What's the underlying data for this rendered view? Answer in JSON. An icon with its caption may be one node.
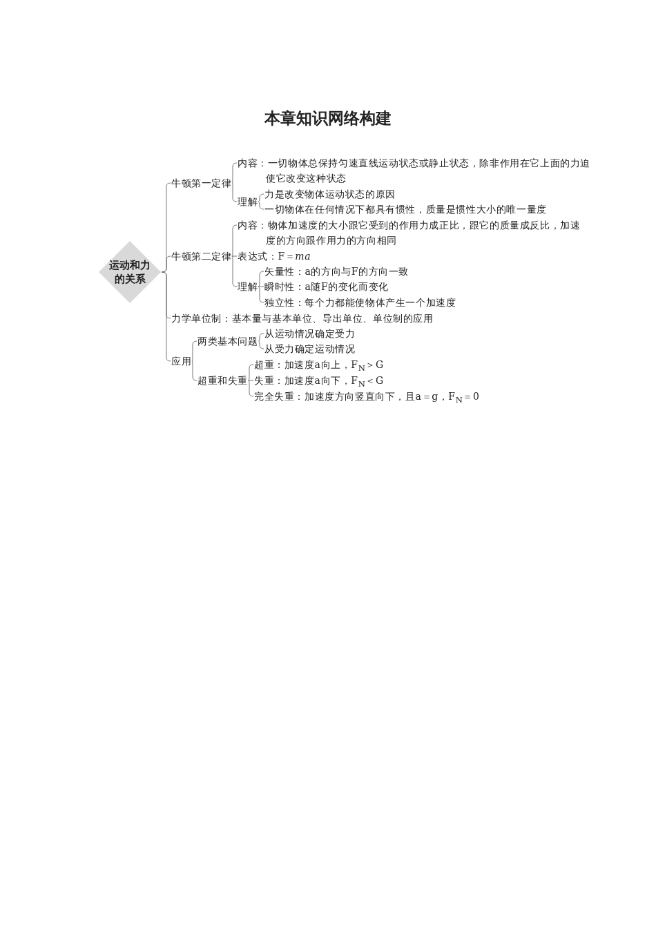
{
  "diagram": {
    "title": "本章知识网络构建",
    "nodes": [
      {
        "text": [
          "运动和力的关系"
        ]
      },
      {
        "text": [
          "牛顿第一定律"
        ]
      },
      {
        "text": [
          "内容：一切物体总保持匀速直线运动状态或静止状态，除非作用在它上面的力迫使它改变这种状态"
        ]
      },
      {
        "text": [
          "理解"
        ]
      },
      {
        "text": [
          "力是改变物体运动状态的原因"
        ]
      },
      {
        "text": [
          "一切物体在任何情况下都具有惯性，质量是惯性大小的唯一量度"
        ]
      },
      {
        "text": [
          "牛顿第二定律"
        ]
      },
      {
        "text": [
          "内容：物体加速度的大小跟它受到的作用力成正比，跟它的质量成反比，加速度的方向跟作用力的方向相同"
        ]
      },
      {
        "text": [
          "表达式：F＝*ma*"
        ]
      },
      {
        "text": [
          "理解"
        ]
      },
      {
        "text": [
          "矢量性：a的方向与F的方向一致"
        ]
      },
      {
        "text": [
          "瞬时性：a随F的变化而变化"
        ]
      },
      {
        "text": [
          "独立性：每个力都能使物体产生一个加速度"
        ]
      },
      {
        "text": [
          "力学单位制：基本量与基本单位、导出单位、单位制的应用"
        ]
      },
      {
        "text": [
          "应用"
        ]
      },
      {
        "text": [
          "两类基本问题"
        ]
      },
      {
        "text": [
          "从运动情况确定受力"
        ]
      },
      {
        "text": [
          "从受力确定运动情况"
        ]
      },
      {
        "text": [
          "超重和失重"
        ]
      },
      {
        "text": [
          "超重：加速度a向上，F$_{N}$＞G"
        ]
      },
      {
        "text": [
          "失重：加速度a向下，F$_{N}$＜G"
        ]
      },
      {
        "text": [
          "完全失重：加速度方向竖直向下，且a＝g，F$_{N}$＝0"
        ]
      }
    ],
    "edges": [
      {
        "from": 0,
        "to": 1,
        "arrow": "none"
      },
      {
        "from": 0,
        "to": 6,
        "arrow": "none"
      },
      {
        "from": 0,
        "to": 13,
        "arrow": "none"
      },
      {
        "from": 0,
        "to": 14,
        "arrow": "none"
      },
      {
        "from": 1,
        "to": 2,
        "arrow": "none"
      },
      {
        "from": 1,
        "to": 3,
        "arrow": "none"
      },
      {
        "from": 3,
        "to": 4,
        "arrow": "none"
      },
      {
        "from": 3,
        "to": 5,
        "arrow": "none"
      },
      {
        "from": 6,
        "to": 7,
        "arrow": "none"
      },
      {
        "from": 6,
        "to": 8,
        "arrow": "none"
      },
      {
        "from": 6,
        "to": 9,
        "arrow": "none"
      },
      {
        "from": 9,
        "to": 10,
        "arrow": "none"
      },
      {
        "from": 9,
        "to": 11,
        "arrow": "none"
      },
      {
        "from": 9,
        "to": 12,
        "arrow": "none"
      },
      {
        "from": 14,
        "to": 15,
        "arrow": "none"
      },
      {
        "from": 14,
        "to": 18,
        "arrow": "none"
      },
      {
        "from": 15,
        "to": 16,
        "arrow": "none"
      },
      {
        "from": 15,
        "to": 17,
        "arrow": "none"
      },
      {
        "from": 18,
        "to": 19,
        "arrow": "none"
      },
      {
        "from": 18,
        "to": 20,
        "arrow": "none"
      },
      {
        "from": 18,
        "to": 21,
        "arrow": "none"
      }
    ]
  }
}
